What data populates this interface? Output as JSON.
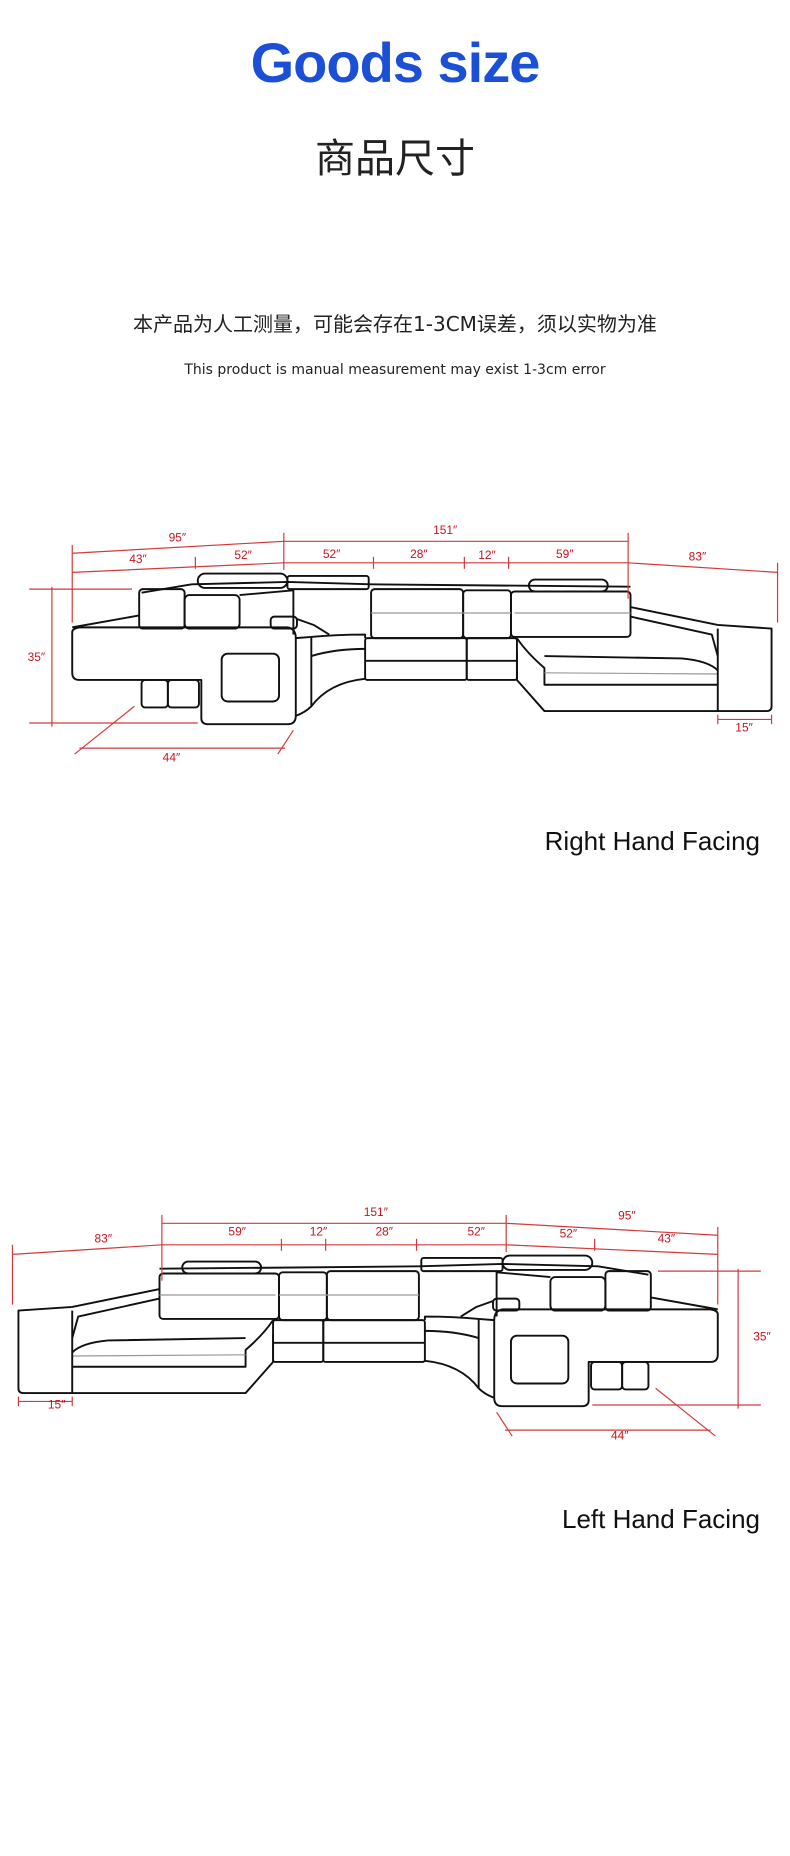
{
  "header": {
    "title": "Goods size",
    "subtitle": "商品尺寸",
    "note_cn": "本产品为人工测量，可能会存在1-3CM误差，须以实物为准",
    "note_en": "This product is manual measurement may exist 1-3cm error"
  },
  "colors": {
    "title": "#1a4fd6",
    "dimension": "#c8141e"
  },
  "diagrams": [
    {
      "caption": "Right Hand Facing",
      "dims": {
        "d95": "95″",
        "d151": "151″",
        "d43": "43″",
        "d52a": "52″",
        "d52b": "52″",
        "d28": "28″",
        "d12": "12″",
        "d59": "59″",
        "d83": "83″",
        "d35": "35″",
        "d44": "44″",
        "d15": "15″"
      }
    },
    {
      "caption": "Left Hand Facing",
      "dims": {
        "d95": "95″",
        "d151": "151″",
        "d43": "43″",
        "d52a": "52″",
        "d52b": "52″",
        "d28": "28″",
        "d12": "12″",
        "d59": "59″",
        "d83": "83″",
        "d35": "35″",
        "d44": "44″",
        "d15": "15″"
      }
    }
  ]
}
